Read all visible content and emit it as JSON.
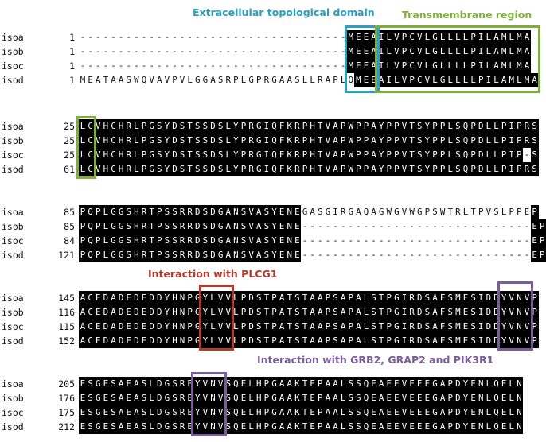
{
  "annotations": {
    "extracellular": {
      "text": "Extracellular topological domain",
      "color": "#2aa0c0"
    },
    "transmembrane": {
      "text": "Transmembrane region",
      "color": "#7fae3c"
    },
    "plcg1": {
      "text": "Interaction with PLCG1",
      "color": "#b03a2e"
    },
    "grb2": {
      "text": "Interaction with GRB2, GRAP2 and PIK3R1",
      "color": "#7a5c9a"
    }
  },
  "blocks": [
    {
      "rows": [
        {
          "name": "isoa",
          "start": "1",
          "seq": "-----------------------------------MEEAILVPCVLGLLLLPILAMLMA"
        },
        {
          "name": "isob",
          "start": "1",
          "seq": "-----------------------------------MEEAILVPCVLGLLLLPILAMLMA"
        },
        {
          "name": "isoc",
          "start": "1",
          "seq": "-----------------------------------MEEAILVPCVLGLLLLPILAMLMA"
        },
        {
          "name": "isod",
          "start": "1",
          "seq": "MEATAASWQVAVPVLGGASRPLGPRGAASLLRAPLQMEEAILVPCVLGLLLLPILAMLMA"
        }
      ]
    },
    {
      "rows": [
        {
          "name": "isoa",
          "start": "25",
          "seq": "LCVHCHRLPGSYDSTSSDSLYPRGIQFKRPHTVAPWPPAYPPVTSYPPLSQPDLLPIPRS"
        },
        {
          "name": "isob",
          "start": "25",
          "seq": "LCVHCHRLPGSYDSTSSDSLYPRGIQFKRPHTVAPWPPAYPPVTSYPPLSQPDLLPIPRS"
        },
        {
          "name": "isoc",
          "start": "25",
          "seq": "LCVHCHRLPGSYDSTSSDSLYPRGIQFKRPHTVAPWPPAYPPVTSYPPLSQPDLLPIP-S"
        },
        {
          "name": "isod",
          "start": "61",
          "seq": "LCVHCHRLPGSYDSTSSDSLYPRGIQFKRPHTVAPWPPAYPPVTSYPPLSQPDLLPIPRS"
        }
      ]
    },
    {
      "rows": [
        {
          "name": "isoa",
          "start": "85",
          "seq": "PQPLGGSHRTPSSRRDSDGANSVASYENEGASGIRGAQAGWGVWGPSWTRLTPVSLPPEP"
        },
        {
          "name": "isob",
          "start": "85",
          "seq": "PQPLGGSHRTPSSRRDSDGANSVASYENE------------------------------EP"
        },
        {
          "name": "isoc",
          "start": "84",
          "seq": "PQPLGGSHRTPSSRRDSDGANSVASYENE------------------------------EP"
        },
        {
          "name": "isod",
          "start": "121",
          "seq": "PQPLGGSHRTPSSRRDSDGANSVASYENE------------------------------EP"
        }
      ]
    },
    {
      "rows": [
        {
          "name": "isoa",
          "start": "145",
          "seq": "ACEDADEDEDDYHNPGYLVVLPDSTPATSTAAPSAPALSTPGIRDSAFSMESIDDYVNVP"
        },
        {
          "name": "isob",
          "start": "116",
          "seq": "ACEDADEDEDDYHNPGYLVVLPDSTPATSTAAPSAPALSTPGIRDSAFSMESIDDYVNVP"
        },
        {
          "name": "isoc",
          "start": "115",
          "seq": "ACEDADEDEDDYHNPGYLVVLPDSTPATSTAAPSAPALSTPGIRDSAFSMESIDDYVNVP"
        },
        {
          "name": "isod",
          "start": "152",
          "seq": "ACEDADEDEDDYHNPGYLVVLPDSTPATSTAAPSAPALSTPGIRDSAFSMESIDDYVNVP"
        }
      ]
    },
    {
      "rows": [
        {
          "name": "isoa",
          "start": "205",
          "seq": "ESGESAEASLDGSREYVNVSQELHPGAAKTEPAALSSQEAEEVEEEGAPDYENLQELN"
        },
        {
          "name": "isob",
          "start": "176",
          "seq": "ESGESAEASLDGSREYVNVSQELHPGAAKTEPAALSSQEAEEVEEEGAPDYENLQELN"
        },
        {
          "name": "isoc",
          "start": "175",
          "seq": "ESGESAEASLDGSREYVNVSQELHPGAAKTEPAALSSQEAEEVEEEGAPDYENLQELN"
        },
        {
          "name": "isod",
          "start": "212",
          "seq": "ESGESAEASLDGSREYVNVSQELHPGAAKTEPAALSSQEAEEVEEEGAPDYENLQELN"
        }
      ]
    }
  ]
}
